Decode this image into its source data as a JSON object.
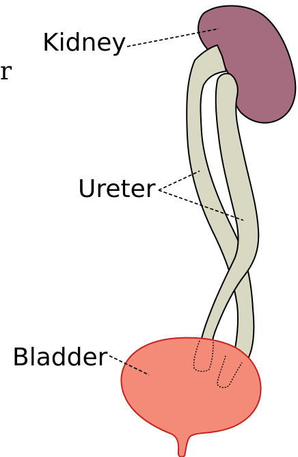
{
  "labels": {
    "kidney": "Kidney",
    "ureter": "Ureter",
    "bladder": "Bladder",
    "cropped_letter": "r"
  },
  "colors": {
    "kidney": "#a56b7f",
    "ureter": "#d9d8c2",
    "bladder": "#f48b79",
    "bladder_outline": "#c8201c",
    "outline": "#000000",
    "background": "#ffffff"
  }
}
